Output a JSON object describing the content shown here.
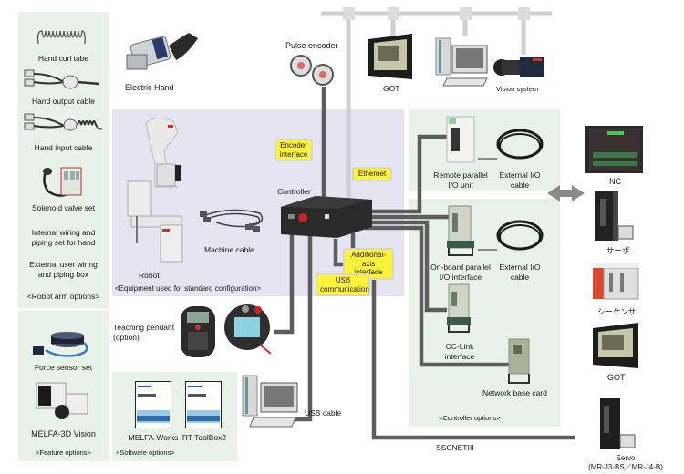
{
  "diagram": {
    "robot_arm_options": {
      "items": [
        "Hand curl tube",
        "Hand output cable",
        "Hand input cable",
        "Solenoid valve set",
        "Internal wiring and\npiping set for hand",
        "External user wiring\nand piping box"
      ],
      "title": "<Robot arm options>"
    },
    "feature_options": {
      "items": [
        "Force sensor set",
        "MELFA-3D Vision"
      ],
      "title": "<Feature options>"
    },
    "software_options": {
      "items": [
        "MELFA-Works",
        "RT ToolBox2"
      ],
      "title": "<Software options>"
    },
    "standard_config": {
      "robot": "Robot",
      "machine_cable": "Machine cable",
      "controller": "Controller",
      "title": "<Equipment used for standard configuration>"
    },
    "top": {
      "electric_hand": "Electric Hand",
      "pulse_encoder": "Pulse encoder",
      "got": "GOT",
      "vision_system": "Vision system"
    },
    "interfaces": {
      "encoder": "Encoder\ninterface",
      "ethernet": "Ethernet",
      "additional_axis": "Additional-axis\ninterface",
      "usb_comm": "USB\ncommunication"
    },
    "teaching_pendant": "Teaching pendant\n(option)",
    "usb_cable": "USB cable",
    "controller_options": {
      "remote_io": "Remote parallel\nI/O unit",
      "ext_io_cable_1": "External I/O\ncable",
      "onboard_io": "On-board parallel\nI/O interface",
      "ext_io_cable_2": "External I/O\ncable",
      "cc_link": "CC-Link\ninterface",
      "network_base": "Network base card",
      "title": "<Controller options>"
    },
    "right": {
      "nc": "NC",
      "servo_jp": "サーボ",
      "sequencer_jp": "シーケンサ",
      "got": "GOT",
      "servo": "Servo\n(MR-J3-BS／MR-J4-B)"
    },
    "sscnet": "SSCNETIII"
  }
}
